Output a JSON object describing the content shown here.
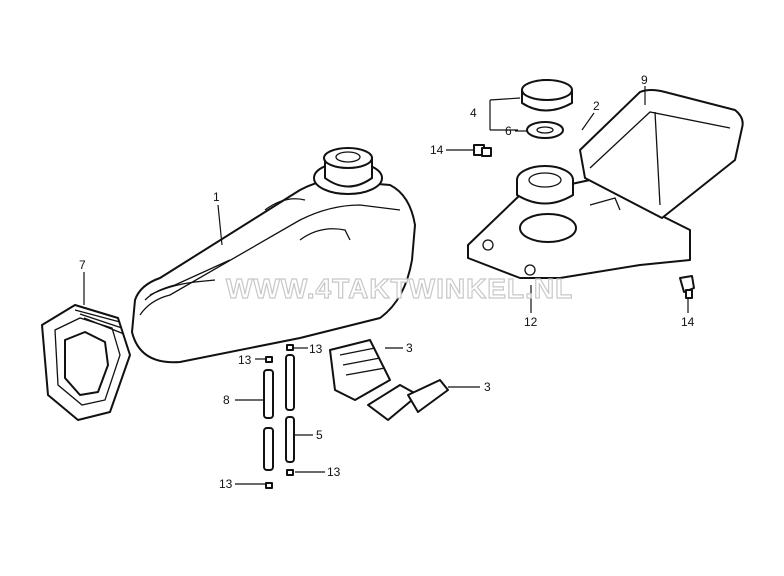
{
  "watermark": "WWW.4TAKTWINKEL.NL",
  "callouts": {
    "air_cleaner_case": "1",
    "connecting_tube": "2",
    "element_upper": "3",
    "element_lower": "3",
    "cap": "4",
    "tube_short": "5",
    "packing": "6",
    "element_frame": "7",
    "tube_long": "8",
    "cover": "9",
    "bracket": "12",
    "clip_a": "13",
    "clip_b": "13",
    "clip_c": "13",
    "clip_d": "13",
    "bolt_a": "14",
    "bolt_b": "14"
  }
}
